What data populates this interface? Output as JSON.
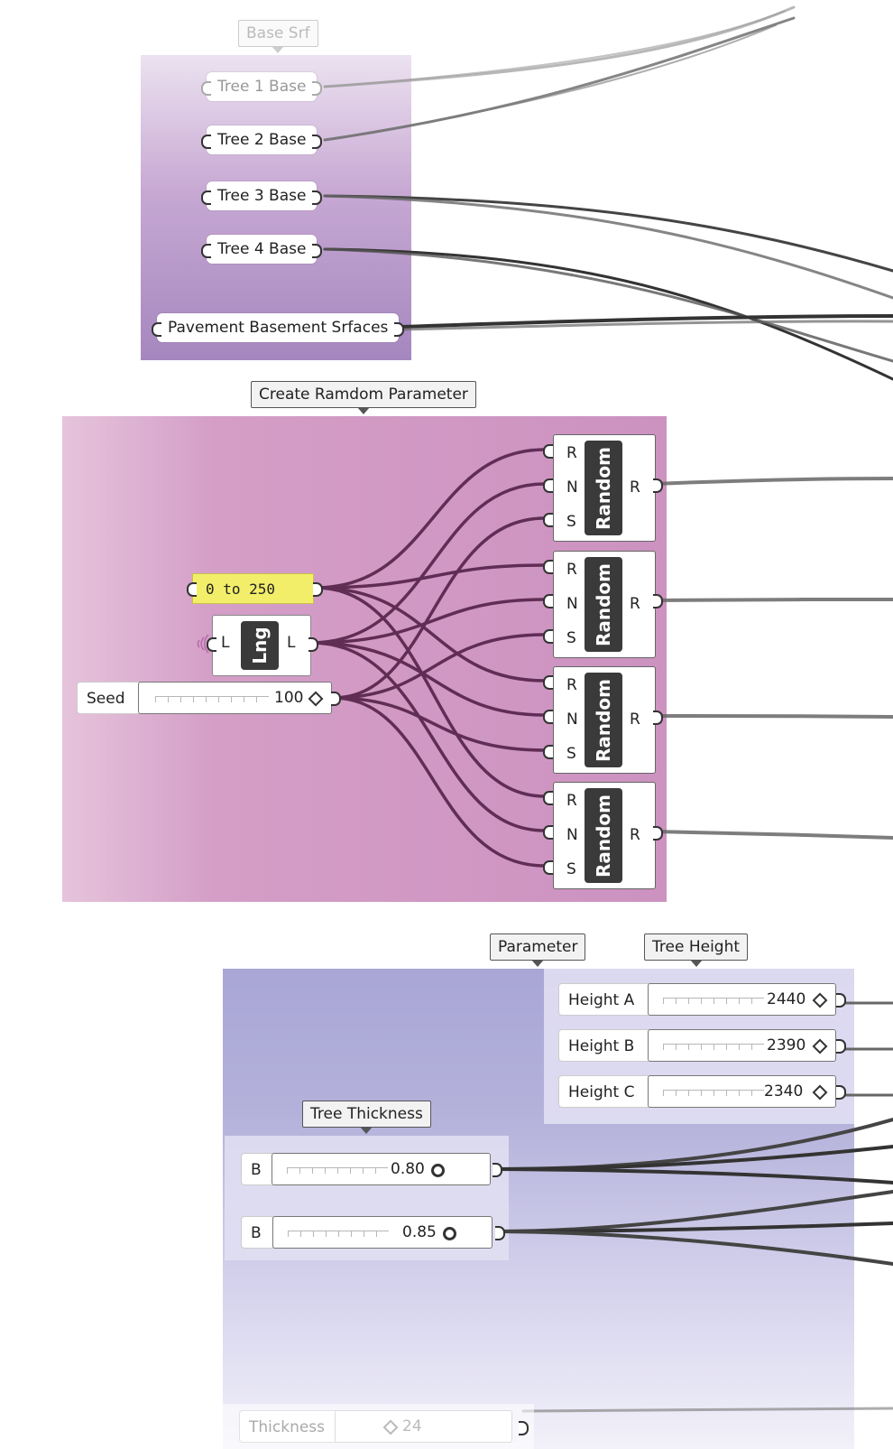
{
  "groups": {
    "base_srf": {
      "label": "Base Srf",
      "params": [
        "Tree 1 Base",
        "Tree 2 Base",
        "Tree 3 Base",
        "Tree 4 Base",
        "Pavement Basement Srfaces"
      ]
    },
    "random": {
      "label": "Create Ramdom Parameter",
      "panel_text": "0 to 250",
      "lng": {
        "name": "Lng",
        "in": "L",
        "out": "L"
      },
      "seed": {
        "label": "Seed",
        "value": "100"
      },
      "components": [
        {
          "name": "Random",
          "inputs": [
            "R",
            "N",
            "S"
          ],
          "output": "R"
        },
        {
          "name": "Random",
          "inputs": [
            "R",
            "N",
            "S"
          ],
          "output": "R"
        },
        {
          "name": "Random",
          "inputs": [
            "R",
            "N",
            "S"
          ],
          "output": "R"
        },
        {
          "name": "Random",
          "inputs": [
            "R",
            "N",
            "S"
          ],
          "output": "R"
        }
      ]
    },
    "parameter": {
      "label": "Parameter",
      "tree_height": {
        "label": "Tree Height",
        "sliders": [
          {
            "label": "Height A",
            "value": "2440"
          },
          {
            "label": "Height B",
            "value": "2390"
          },
          {
            "label": "Height C",
            "value": "2340"
          }
        ]
      },
      "tree_thickness": {
        "label": "Tree Thickness",
        "sliders": [
          {
            "label": "B",
            "value": "0.80"
          },
          {
            "label": "B",
            "value": "0.85"
          }
        ]
      },
      "thickness": {
        "label": "Thickness",
        "value": "24"
      }
    }
  }
}
